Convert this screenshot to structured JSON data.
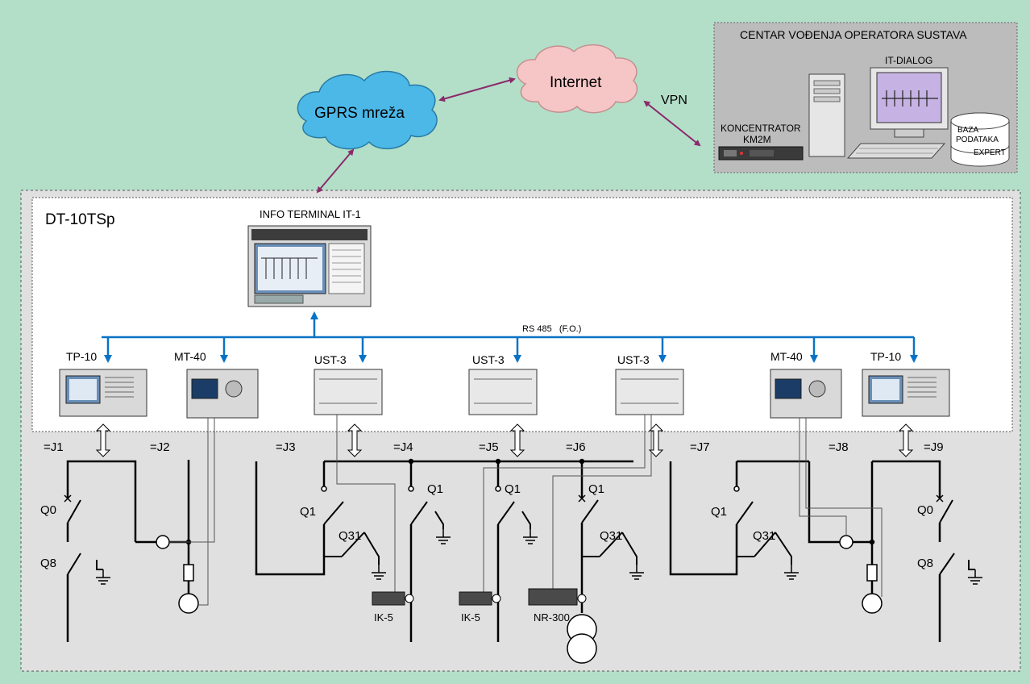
{
  "top": {
    "cloud_gprs": "GPRS mreža",
    "cloud_internet": "Internet",
    "vpn": "VPN"
  },
  "control_center": {
    "title": "CENTAR VOĐENJA OPERATORA SUSTAVA",
    "it_dialog": "IT-DIALOG",
    "concentrator_line1": "KONCENTRATOR",
    "concentrator_line2": "KM2M",
    "db_line1": "BAZA",
    "db_line2": "PODATAKA",
    "db_line3": "EXPERT"
  },
  "station": {
    "name": "DT-10TSp",
    "info_terminal": "INFO TERMINAL IT-1",
    "bus_label": "RS 485",
    "bus_sub": "(F.O.)"
  },
  "devices": [
    {
      "label": "TP-10"
    },
    {
      "label": "MT-40"
    },
    {
      "label": "UST-3"
    },
    {
      "label": "UST-3"
    },
    {
      "label": "UST-3"
    },
    {
      "label": "MT-40"
    },
    {
      "label": "TP-10"
    }
  ],
  "bays": [
    "=J1",
    "=J2",
    "=J3",
    "=J4",
    "=J5",
    "=J6",
    "=J7",
    "=J8",
    "=J9"
  ],
  "switches": {
    "q0": "Q0",
    "q8": "Q8",
    "q1": "Q1",
    "q31": "Q31"
  },
  "meters": [
    "IK-5",
    "IK-5",
    "NR-300"
  ],
  "colors": {
    "background": "#b3dfc9",
    "station_area": "#e0e0e0",
    "panel": "#ffffff",
    "control_center": "#bcbcbc",
    "cloud_gprs": "#4bb8e8",
    "cloud_internet": "#f6c6c6",
    "link_arrow": "#8b2a6b",
    "bus_blue": "#0a72c4"
  }
}
